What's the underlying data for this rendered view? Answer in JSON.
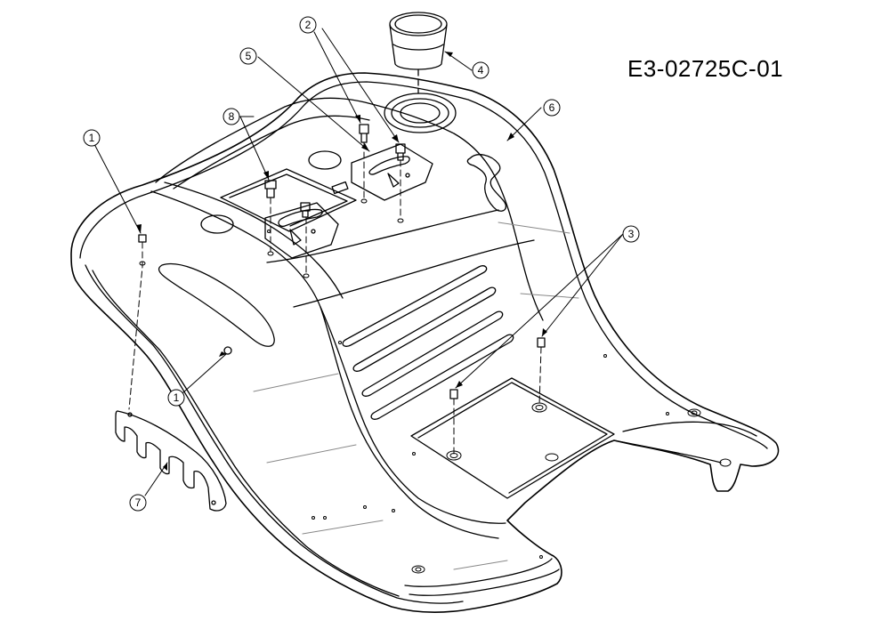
{
  "diagram": {
    "drawing_code": "E3-02725C-01",
    "line_color": "#000000",
    "background": "#ffffff",
    "callouts": [
      {
        "id": "callout-1-upper",
        "label": "1"
      },
      {
        "id": "callout-1-lower",
        "label": "1"
      },
      {
        "id": "callout-2",
        "label": "2"
      },
      {
        "id": "callout-3",
        "label": "3"
      },
      {
        "id": "callout-4",
        "label": "4"
      },
      {
        "id": "callout-5",
        "label": "5"
      },
      {
        "id": "callout-6",
        "label": "6"
      },
      {
        "id": "callout-7",
        "label": "7"
      },
      {
        "id": "callout-8",
        "label": "8"
      }
    ]
  }
}
